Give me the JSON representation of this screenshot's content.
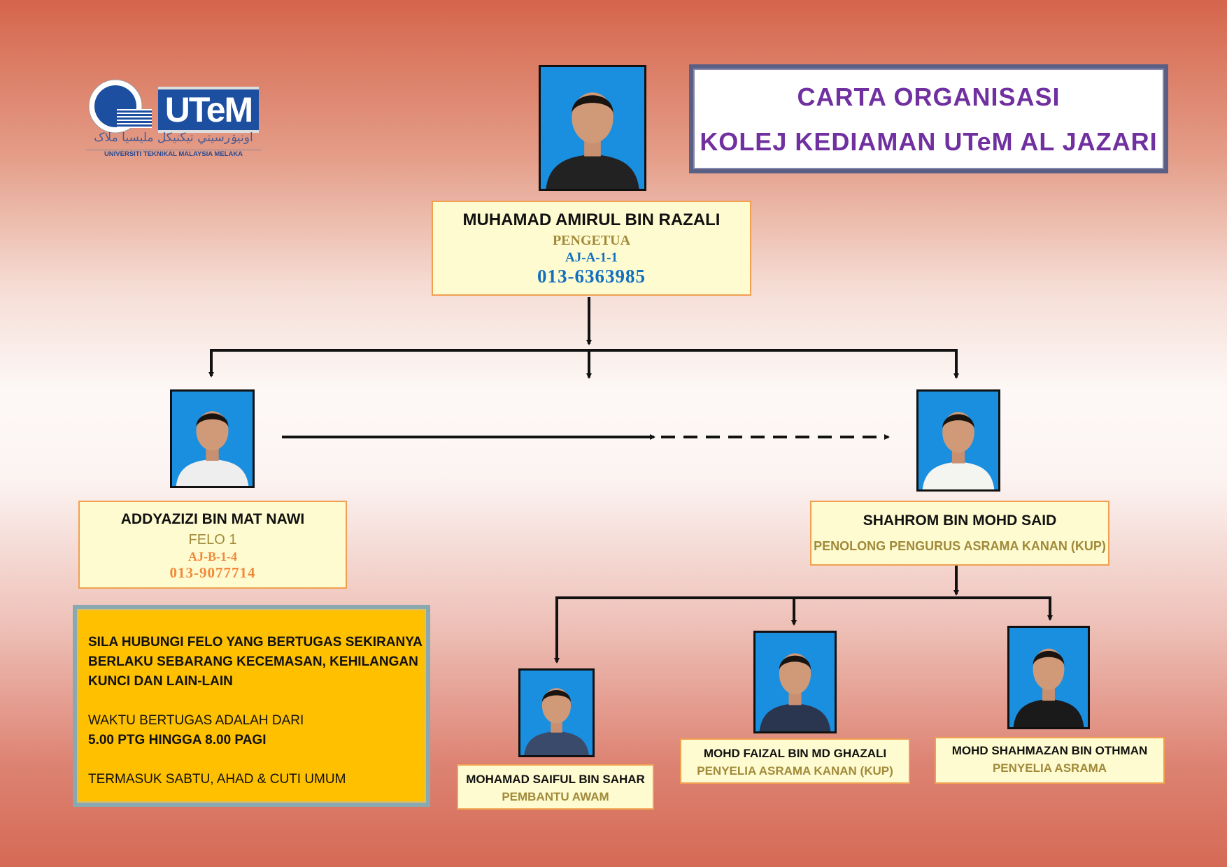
{
  "logo": {
    "brand": "UTeM",
    "jawi": "اونيۏرسيتي تيکنيکل مليسيا ملاک",
    "full_name": "UNIVERSITI TEKNIKAL MALAYSIA MELAKA"
  },
  "title": {
    "line1": "CARTA ORGANISASI",
    "line2": "KOLEJ KEDIAMAN UTeM AL JAZARI"
  },
  "pengetua": {
    "name": "MUHAMAD AMIRUL BIN RAZALI",
    "role": "PENGETUA",
    "room": "AJ-A-1-1",
    "phone": "013-6363985"
  },
  "felo": {
    "name": "ADDYAZIZI BIN MAT NAWI",
    "role": "FELO 1",
    "room": "AJ-B-1-4",
    "phone": "013-9077714"
  },
  "kup": {
    "name": "SHAHROM BIN MOHD SAID",
    "role": "PENOLONG PENGURUS ASRAMA KANAN (KUP)"
  },
  "staff": [
    {
      "name": "MOHAMAD SAIFUL BIN SAHAR",
      "role": "PEMBANTU AWAM"
    },
    {
      "name": "MOHD FAIZAL BIN MD GHAZALI",
      "role": "PENYELIA ASRAMA KANAN (KUP)"
    },
    {
      "name": "MOHD SHAHMAZAN BIN OTHMAN",
      "role": "PENYELIA ASRAMA"
    }
  ],
  "notice": {
    "line1": "SILA HUBUNGI FELO YANG BERTUGAS SEKIRANYA",
    "line2": "BERLAKU SEBARANG KECEMASAN, KEHILANGAN",
    "line3": "KUNCI DAN LAIN-LAIN",
    "line4": "WAKTU BERTUGAS ADALAH DARI",
    "line5": "5.00 PTG HINGGA 8.00 PAGI",
    "line6": "TERMASUK SABTU, AHAD & CUTI UMUM"
  },
  "colors": {
    "title": "#7030a0",
    "role": "#a08a3a",
    "blue": "#1070c0",
    "orange": "#f08a3a",
    "notice_bg": "#ffc000"
  }
}
